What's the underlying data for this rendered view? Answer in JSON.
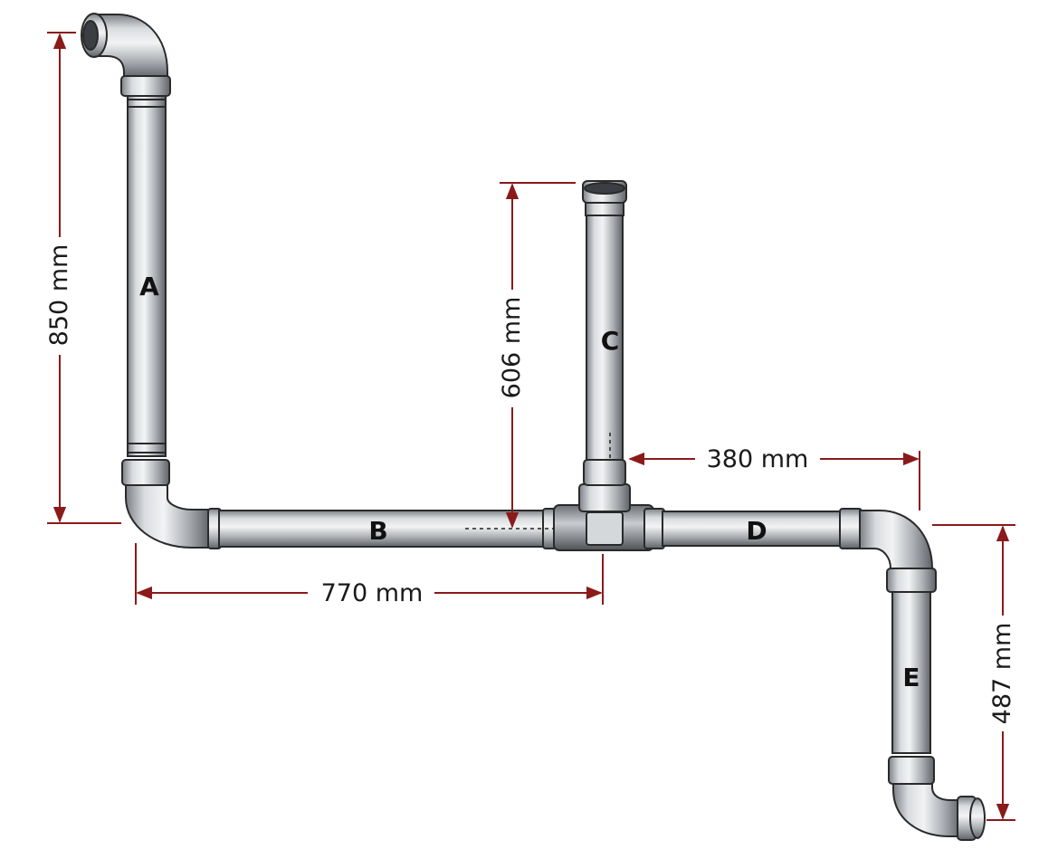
{
  "segments": [
    {
      "id": "A",
      "label": "A"
    },
    {
      "id": "B",
      "label": "B"
    },
    {
      "id": "C",
      "label": "C"
    },
    {
      "id": "D",
      "label": "D"
    },
    {
      "id": "E",
      "label": "E"
    }
  ],
  "dimensions": {
    "a_height": "850 mm",
    "b_length": "770 mm",
    "c_height": "606 mm",
    "d_offset": "380 mm",
    "e_height": "487 mm"
  },
  "colors": {
    "dimension_line": "#8b1a1a",
    "pipe_fill": "#b8bcc0",
    "pipe_outline": "#2a2a2a"
  }
}
